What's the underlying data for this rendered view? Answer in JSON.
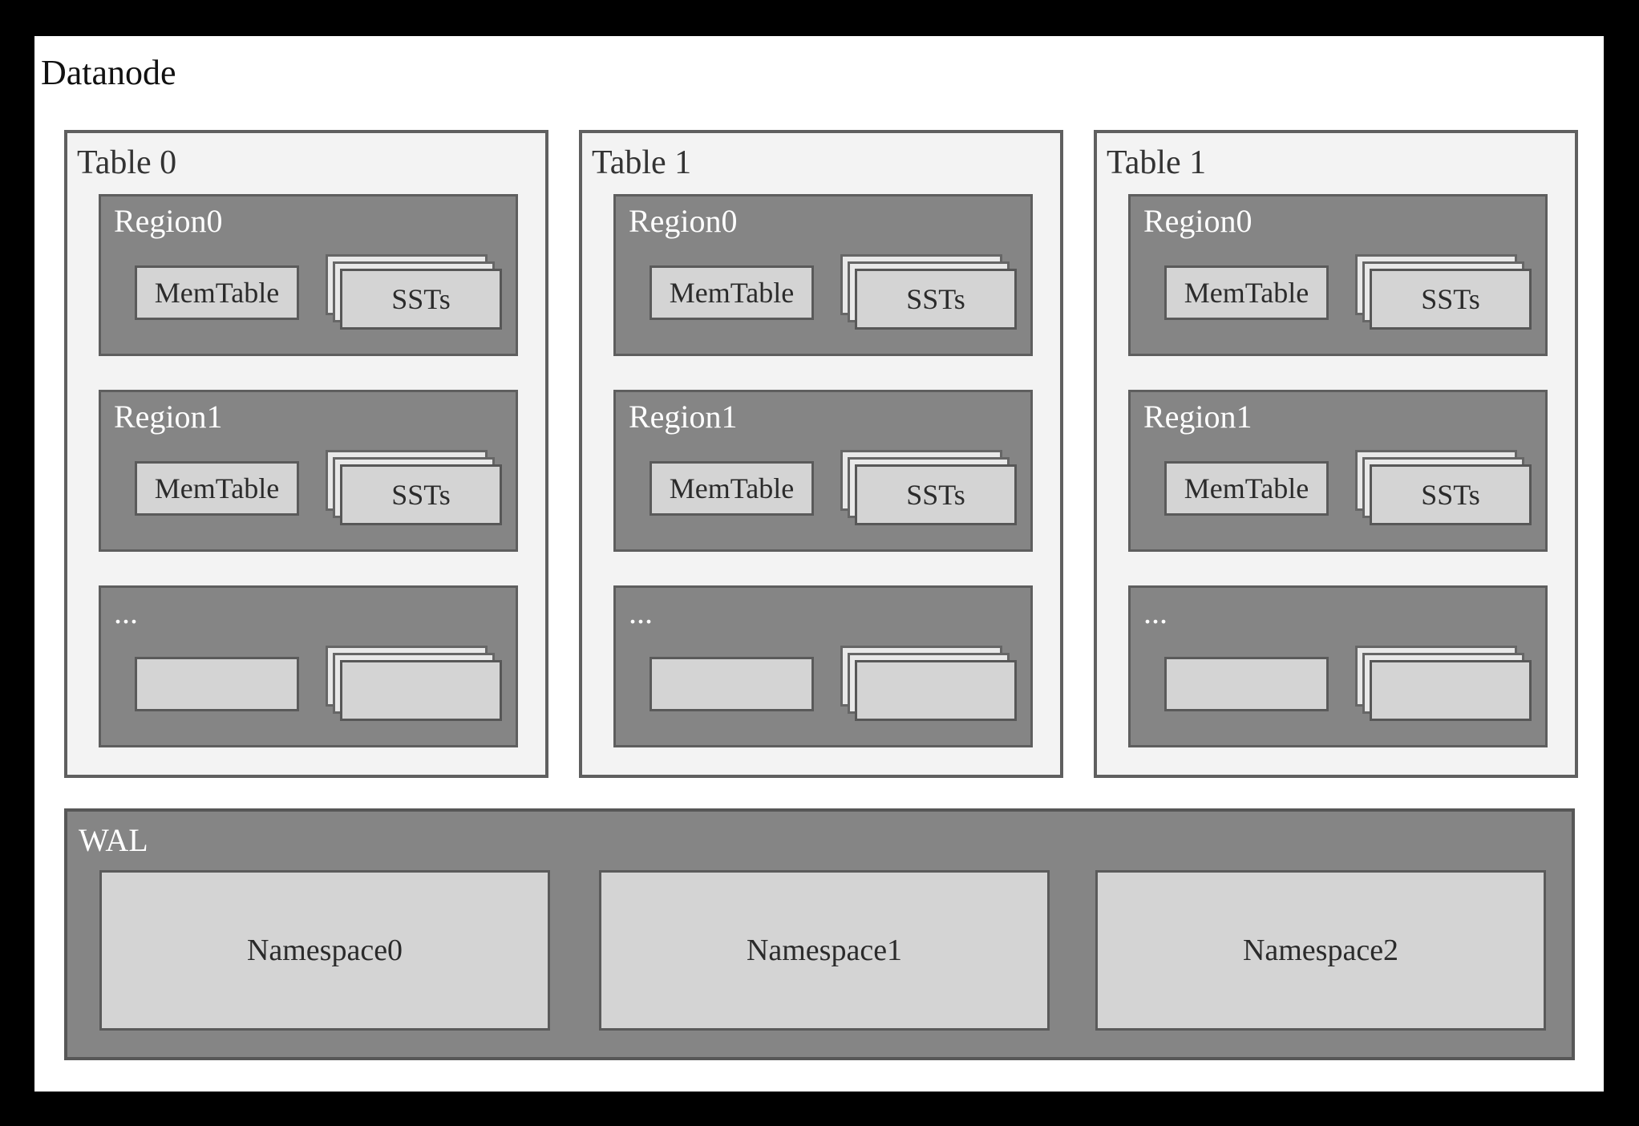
{
  "diagram": {
    "title": "Datanode",
    "tables": [
      {
        "label": "Table 0",
        "regions": [
          {
            "label": "Region0",
            "memtable": "MemTable",
            "ssts": "SSTs"
          },
          {
            "label": "Region1",
            "memtable": "MemTable",
            "ssts": "SSTs"
          },
          {
            "label": "...",
            "memtable": "",
            "ssts": ""
          }
        ]
      },
      {
        "label": "Table 1",
        "regions": [
          {
            "label": "Region0",
            "memtable": "MemTable",
            "ssts": "SSTs"
          },
          {
            "label": "Region1",
            "memtable": "MemTable",
            "ssts": "SSTs"
          },
          {
            "label": "...",
            "memtable": "",
            "ssts": ""
          }
        ]
      },
      {
        "label": "Table 1",
        "regions": [
          {
            "label": "Region0",
            "memtable": "MemTable",
            "ssts": "SSTs"
          },
          {
            "label": "Region1",
            "memtable": "MemTable",
            "ssts": "SSTs"
          },
          {
            "label": "...",
            "memtable": "",
            "ssts": ""
          }
        ]
      }
    ],
    "wal": {
      "label": "WAL",
      "namespaces": [
        "Namespace0",
        "Namespace1",
        "Namespace2"
      ]
    }
  },
  "colors": {
    "frame_background": "#000000",
    "canvas_background": "#ffffff",
    "table_fill": "#f3f3f3",
    "region_fill": "#858585",
    "box_fill": "#d4d4d4",
    "border": "#5a5a5a",
    "text_dark": "#2b2b2b",
    "text_light": "#ffffff"
  }
}
